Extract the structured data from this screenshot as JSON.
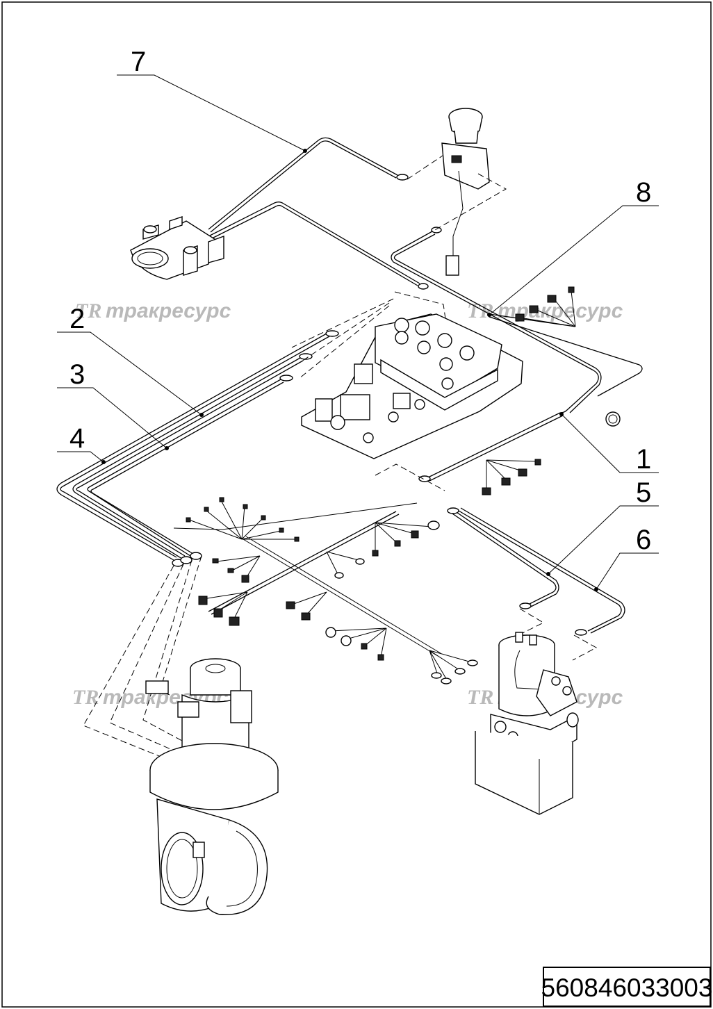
{
  "drawing": {
    "document_number": "560846033003",
    "watermark_text": "тракресурс",
    "watermark_logo": "TR"
  },
  "callouts": [
    {
      "id": "c1",
      "label": "1"
    },
    {
      "id": "c2",
      "label": "2"
    },
    {
      "id": "c3",
      "label": "3"
    },
    {
      "id": "c4",
      "label": "4"
    },
    {
      "id": "c5",
      "label": "5"
    },
    {
      "id": "c6",
      "label": "6"
    },
    {
      "id": "c7",
      "label": "7"
    },
    {
      "id": "c8",
      "label": "8"
    }
  ]
}
